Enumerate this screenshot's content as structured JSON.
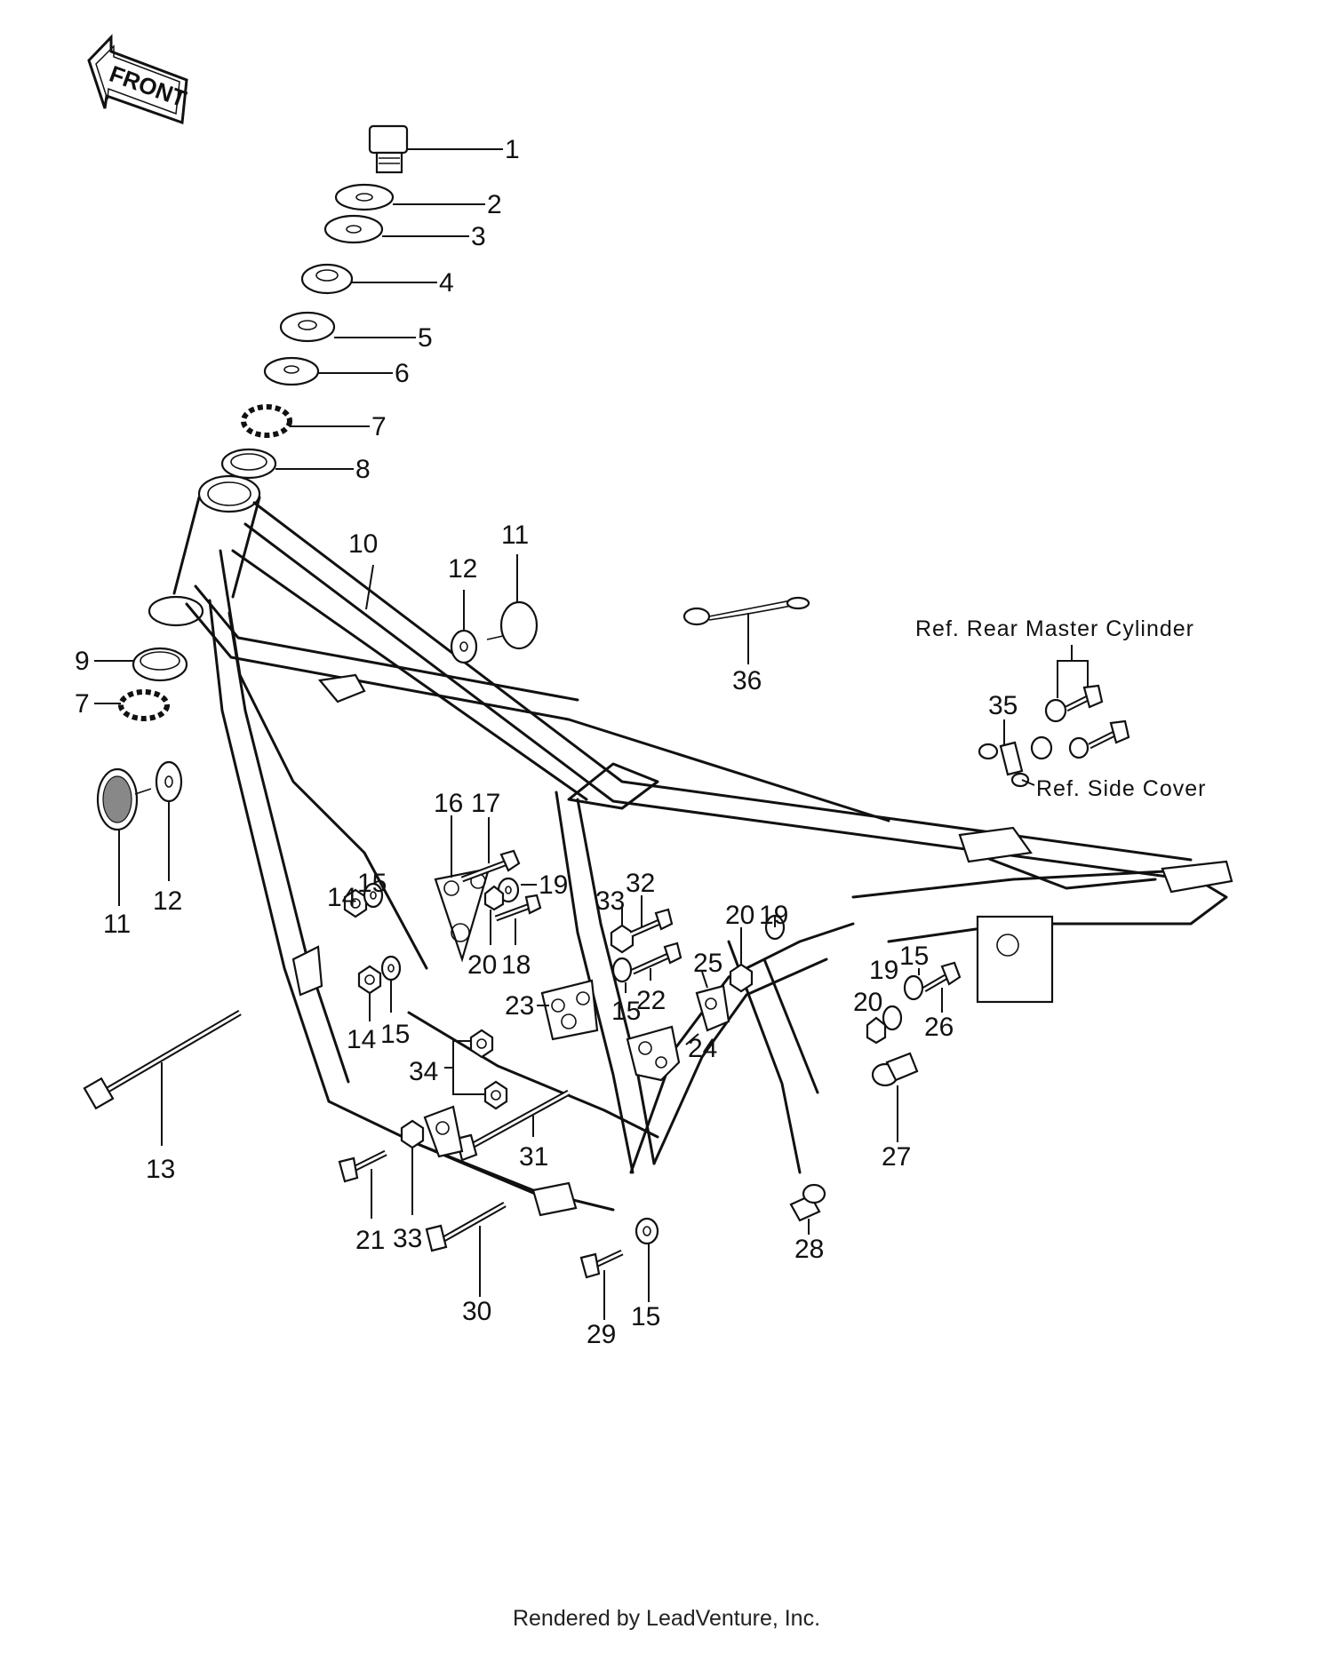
{
  "front_arrow": {
    "label": "FRONT"
  },
  "callouts": {
    "c1": "1",
    "c2": "2",
    "c3": "3",
    "c4": "4",
    "c5": "5",
    "c6": "6",
    "c7a": "7",
    "c7b": "7",
    "c8": "8",
    "c9": "9",
    "c10": "10",
    "c11a": "11",
    "c11b": "11",
    "c12a": "12",
    "c12b": "12",
    "c13": "13",
    "c14a": "14",
    "c14b": "14",
    "c15a": "15",
    "c15b": "15",
    "c15c": "15",
    "c15d": "15",
    "c15e": "15",
    "c16": "16",
    "c17": "17",
    "c18": "18",
    "c19a": "19",
    "c19b": "19",
    "c19c": "19",
    "c20a": "20",
    "c20b": "20",
    "c20c": "20",
    "c21": "21",
    "c22": "22",
    "c23": "23",
    "c24": "24",
    "c25": "25",
    "c26": "26",
    "c27": "27",
    "c28": "28",
    "c29": "29",
    "c30": "30",
    "c31": "31",
    "c32": "32",
    "c33a": "33",
    "c33b": "33",
    "c34": "34",
    "c35": "35",
    "c36": "36"
  },
  "references": {
    "rear_master_cylinder": "Ref. Rear Master Cylinder",
    "side_cover": "Ref. Side Cover"
  },
  "footer": {
    "credit": "Rendered by LeadVenture, Inc."
  }
}
